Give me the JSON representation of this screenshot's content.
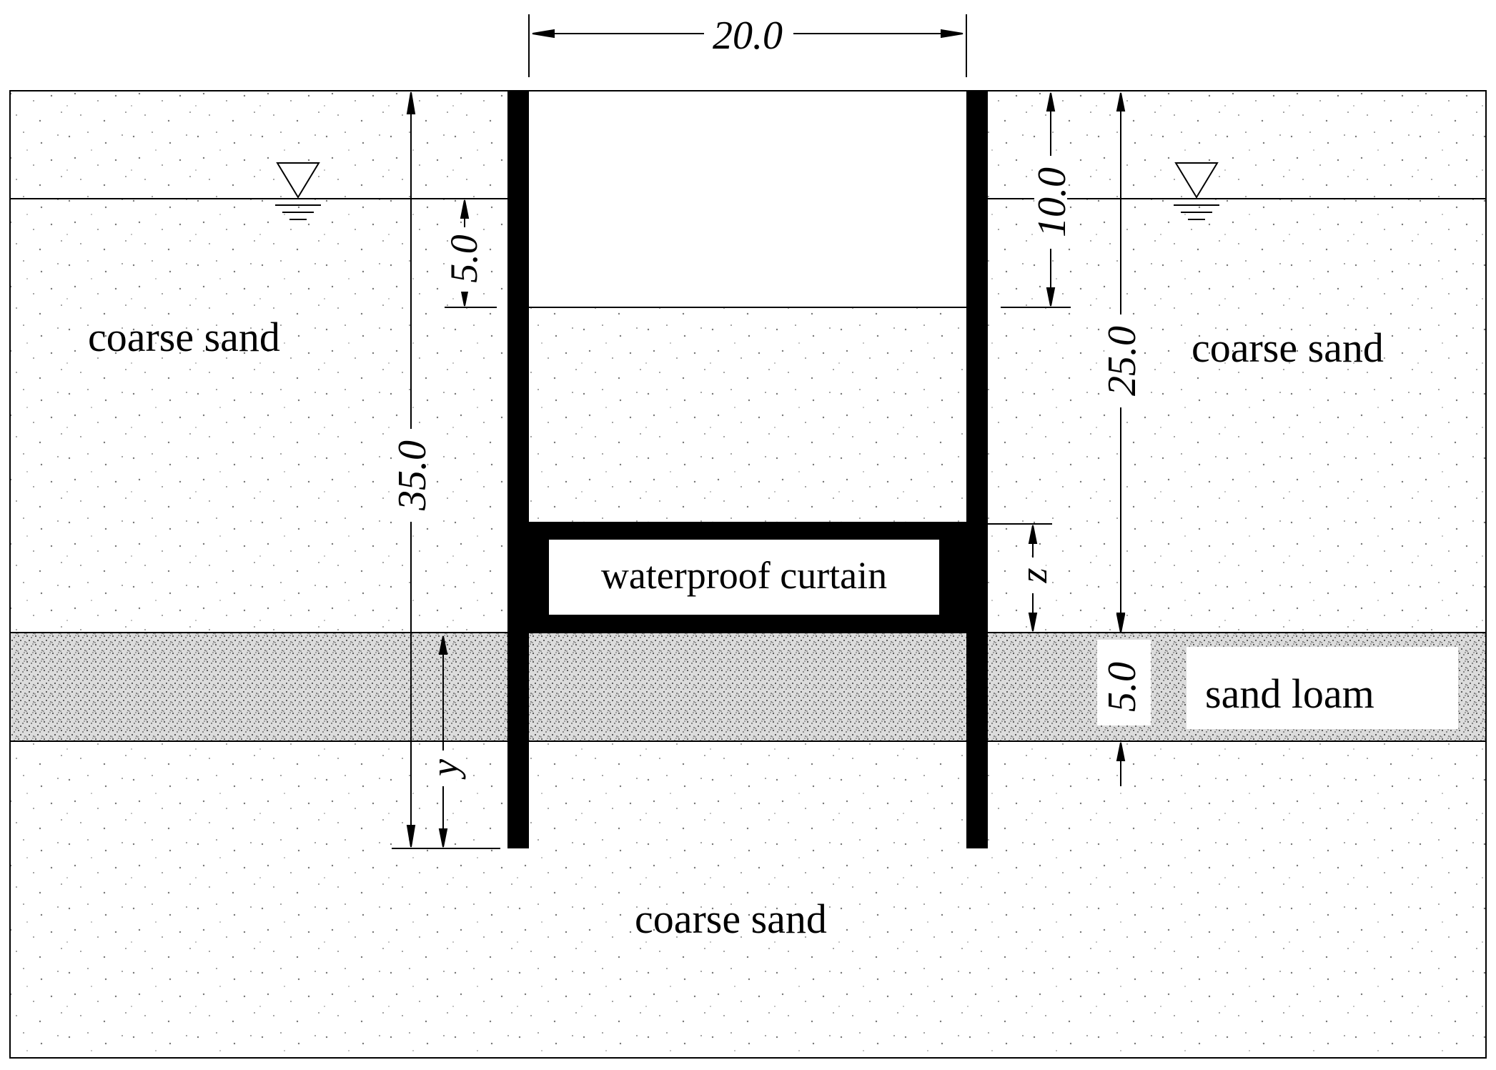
{
  "labels": {
    "soil_upper_left": "coarse sand",
    "soil_upper_right": "coarse sand",
    "soil_bottom": "coarse sand",
    "sand_loam": "sand loam",
    "curtain": "waterproof curtain"
  },
  "dimensions": {
    "excavation_width": "20.0",
    "water_to_excavation": "5.0",
    "wall_depth_left": "35.0",
    "excavation_depth_right": "10.0",
    "depth_to_loam": "25.0",
    "loam_thickness": "5.0",
    "var_z": "z",
    "var_y": "y"
  },
  "colors": {
    "line": "#000000",
    "background": "#ffffff",
    "loam_fill": "#d9d9d9",
    "speckle": "#707070"
  }
}
